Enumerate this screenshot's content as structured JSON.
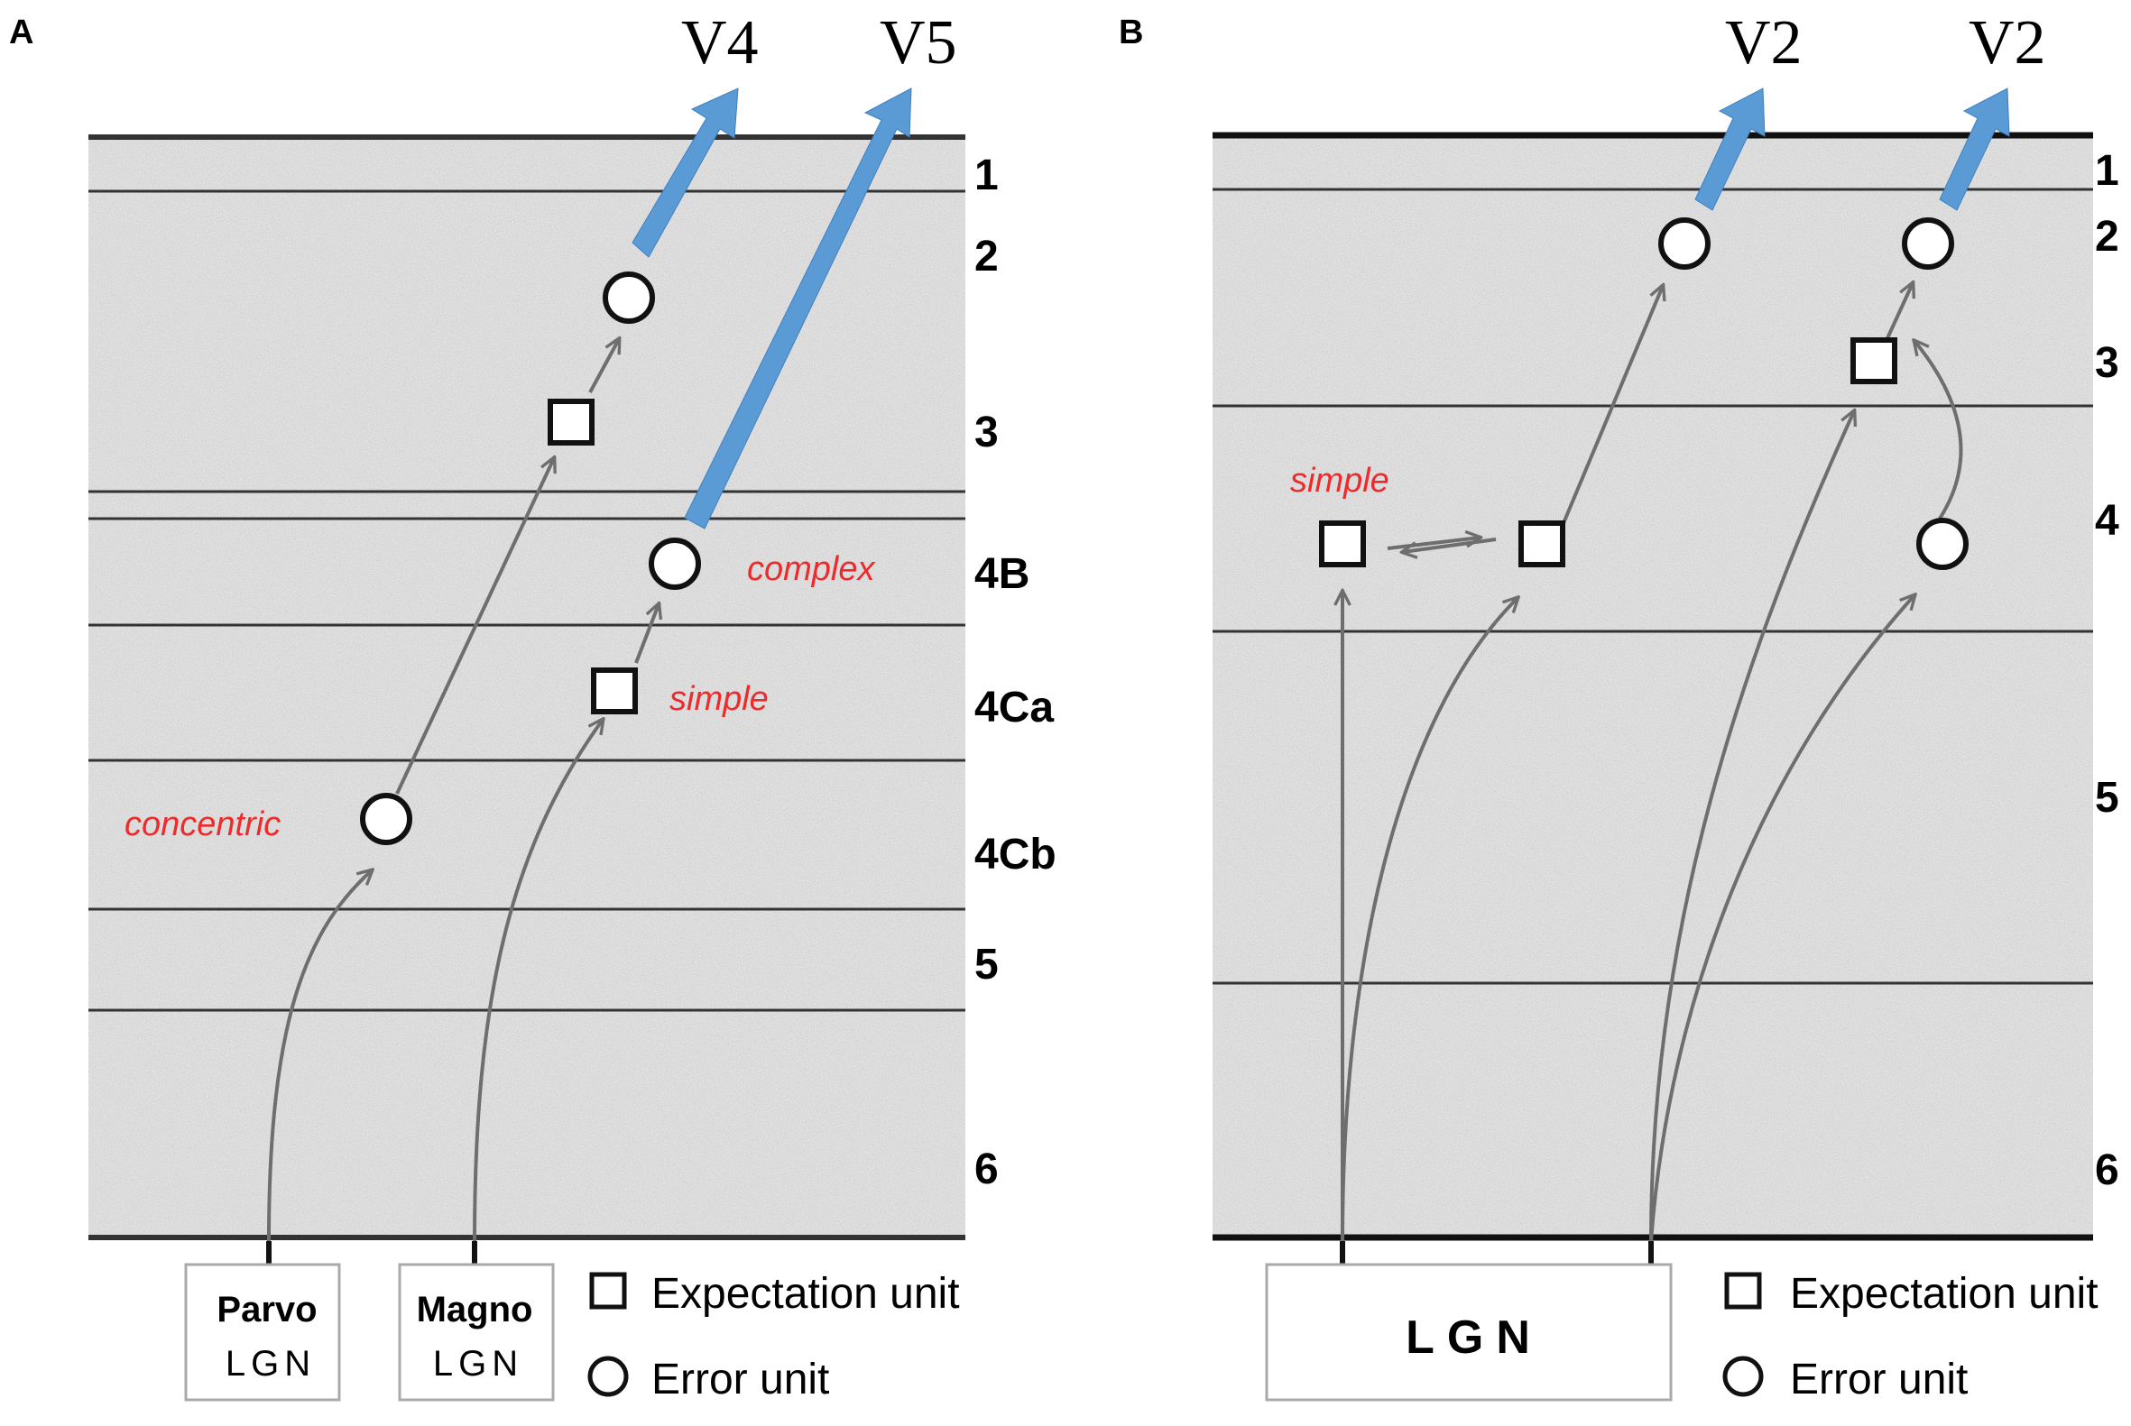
{
  "panels": [
    {
      "letter": "A",
      "target_areas": [
        "V4",
        "V5"
      ],
      "layers": [
        "1",
        "2",
        "3",
        "4B",
        "4Ca",
        "4Cb",
        "5",
        "6"
      ],
      "cell_types": {
        "concentric": "concentric",
        "simple": "simple",
        "complex": "complex"
      },
      "sources": [
        {
          "line1": "Parvo",
          "line2": "LGN"
        },
        {
          "line1": "Magno",
          "line2": "LGN"
        }
      ],
      "legend": {
        "expectation": "Expectation unit",
        "error": "Error  unit"
      }
    },
    {
      "letter": "B",
      "target_areas": [
        "V2",
        "V2"
      ],
      "layers": [
        "1",
        "2",
        "3",
        "4",
        "5",
        "6"
      ],
      "cell_types": {
        "simple": "simple"
      },
      "sources": [
        {
          "line1": "LGN"
        }
      ],
      "legend": {
        "expectation": "Expectation unit",
        "error": "Error  unit"
      }
    }
  ],
  "colors": {
    "cortex_fill": "#e9e9e9",
    "feedforward_arrow": "#5b9bd5",
    "cell_type_label": "#ee2a2a",
    "connection": "#6e6e6e"
  }
}
